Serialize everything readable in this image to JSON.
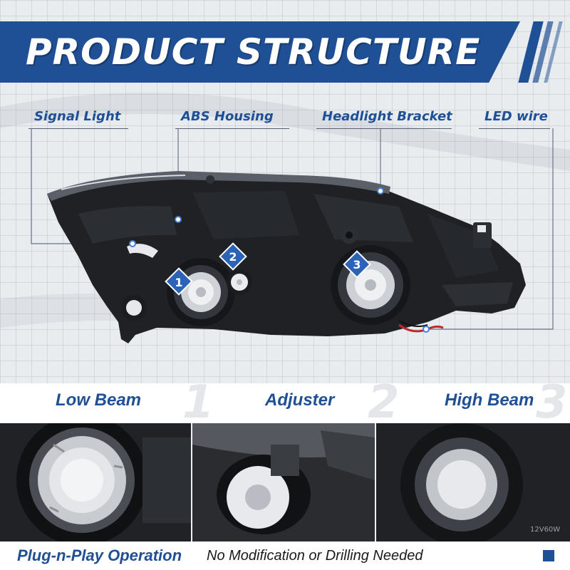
{
  "header": {
    "title": "PRODUCT STRUCTURE"
  },
  "parts": {
    "signal_light": "Signal Light",
    "abs_housing": "ABS Housing",
    "headlight_bracket": "Headlight Bracket",
    "led_wire": "LED wire"
  },
  "markers": [
    "1",
    "2",
    "3"
  ],
  "features": [
    {
      "label": "Low Beam",
      "number": "1"
    },
    {
      "label": "Adjuster",
      "number": "2"
    },
    {
      "label": "High Beam",
      "number": "3"
    }
  ],
  "closeup_text": {
    "bulb_rating": "12V60W"
  },
  "footer": {
    "highlight": "Plug-n-Play Operation",
    "text": "No Modification or Drilling Needed"
  },
  "colors": {
    "brand_blue": "#1f4f94",
    "dark_housing": "#1c1e22",
    "marker_blue": "#2a63b8"
  }
}
